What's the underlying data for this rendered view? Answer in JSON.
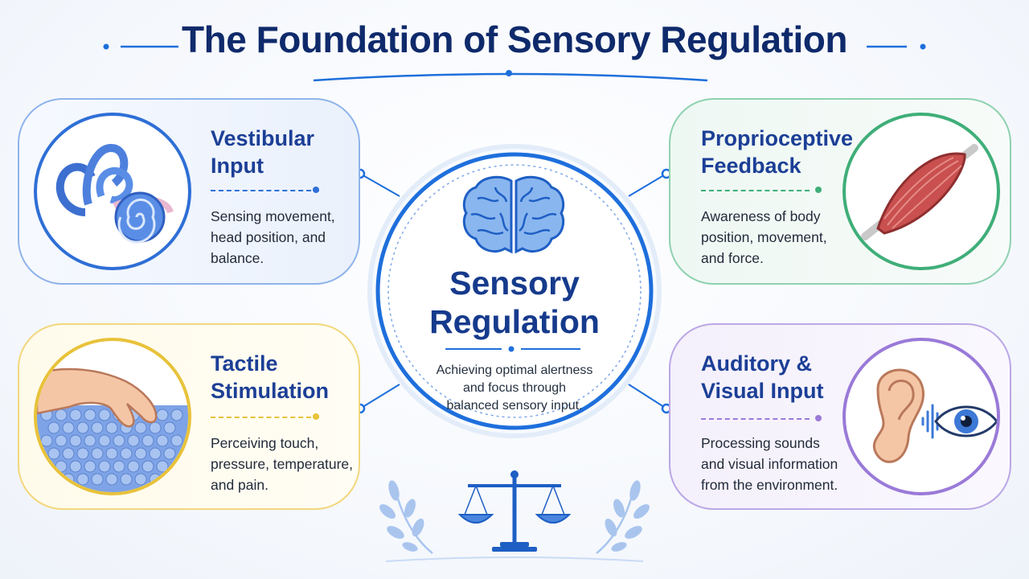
{
  "title": "The Foundation of Sensory Regulation",
  "center": {
    "title_line1": "Sensory",
    "title_line2": "Regulation",
    "subtitle_line1": "Achieving optimal alertness",
    "subtitle_line2": "and focus through",
    "subtitle_line3": "balanced sensory input."
  },
  "cards": {
    "vestibular": {
      "heading_line1": "Vestibular",
      "heading_line2": "Input",
      "desc_line1": "Sensing movement,",
      "desc_line2": "head position, and",
      "desc_line3": "balance.",
      "icon": "inner-ear-icon",
      "accent": "#2f6fd6"
    },
    "proprioceptive": {
      "heading_line1": "Proprioceptive",
      "heading_line2": "Feedback",
      "desc_line1": "Awareness of body",
      "desc_line2": "position, movement,",
      "desc_line3": "and force.",
      "icon": "muscle-icon",
      "accent": "#3fae78"
    },
    "tactile": {
      "heading_line1": "Tactile",
      "heading_line2": "Stimulation",
      "desc_line1": "Perceiving touch,",
      "desc_line2": "pressure, temperature,",
      "desc_line3": "and pain.",
      "icon": "hand-texture-icon",
      "accent": "#e8c23a"
    },
    "auditory": {
      "heading_line1": "Auditory &",
      "heading_line2": "Visual Input",
      "desc_line1": "Processing sounds",
      "desc_line2": "and visual information",
      "desc_line3": "from the environment.",
      "icon": "ear-eye-icon",
      "accent": "#9a7ad8"
    }
  },
  "icons": {
    "center": "brain-icon",
    "bottom": "balance-scale-icon",
    "left_decor": "laurel-branch-icon",
    "right_decor": "laurel-branch-icon"
  },
  "colors": {
    "title": "#0f2a6b",
    "primary_blue": "#1e6fdc",
    "heading": "#1c3f96"
  }
}
